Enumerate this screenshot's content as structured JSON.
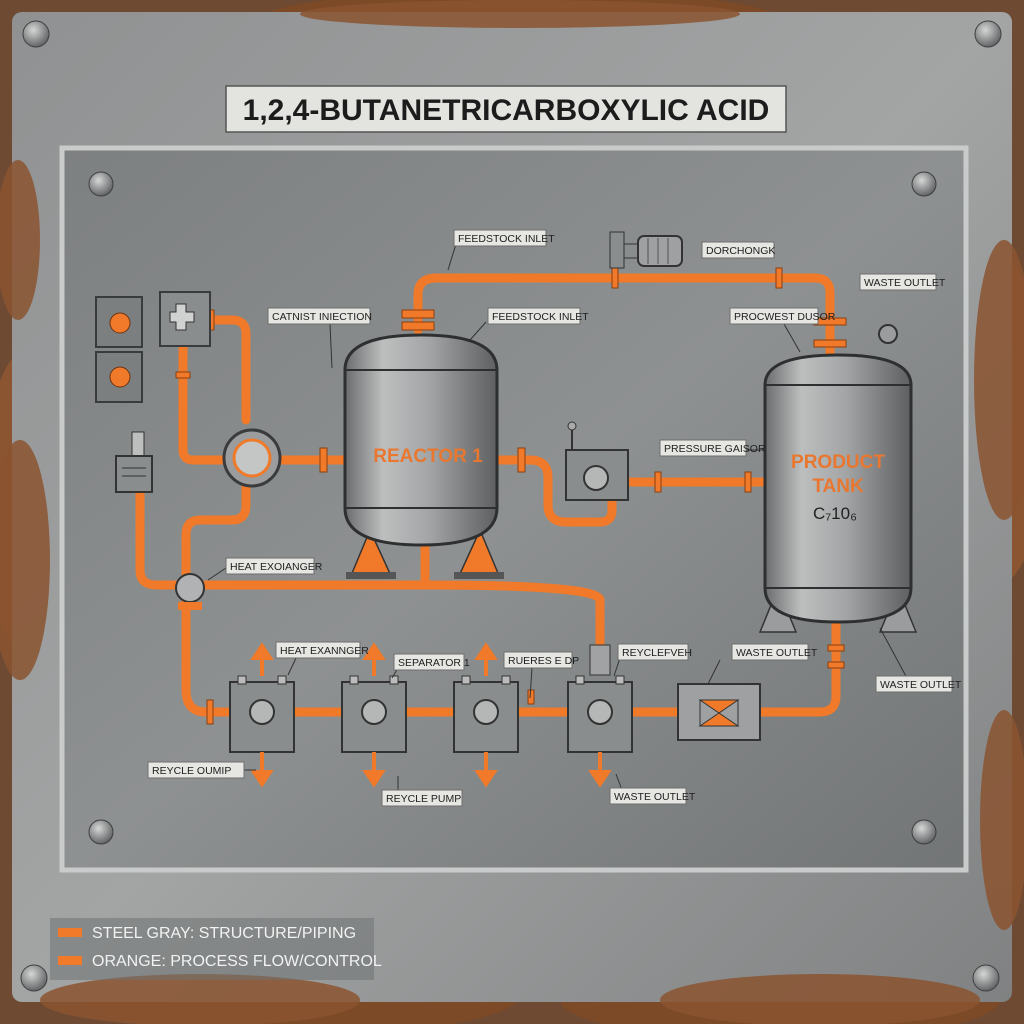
{
  "title": "1,2,4-BUTANETRICARBOXYLIC ACID",
  "colors": {
    "accent": "#f07a2a",
    "steel": "#9a9a9a",
    "panel": "#8e9090",
    "rust": "#7a4a2a",
    "label_bg": "#e6e6e3"
  },
  "vessels": {
    "reactor": {
      "label": "REACTOR 1"
    },
    "product_tank": {
      "line1": "PRODUCT",
      "line2": "TANK",
      "formula": "C₇10₆"
    }
  },
  "labels": {
    "feedstock_inlet_top": "FEEDSTOCK INLET",
    "discharge": "DORCHONGK",
    "catalyst_injection": "CATNIST INIECTION",
    "feedstock_inlet_reactor": "FEEDSTOCK INLET",
    "waste_outlet_top": "WASTE OUTLET",
    "product_sensor": "PROCWEST DUSOR",
    "pressure_sensor": "PRESSURE GAISOR",
    "heat_exchanger_left": "HEAT EXOIANGER",
    "heat_exchanger_bottom": "HEAT EXANNGER",
    "separator": "SEPARATOR 1",
    "unit_three": "RUERES E DP",
    "recycle_pump_right": "REYCLEFVEH",
    "waste_outlet_mid": "WASTE OUTLET",
    "waste_outlet_right": "WASTE OUTLET",
    "recycle_pump_left": "REYCLE OUMIP",
    "recycle_pump_bottom": "REYCLE PUMP",
    "waste_outlet_bottom": "WASTE OUTLET"
  },
  "legend": [
    {
      "text": "STEEL GRAY: STRUCTURE/PIPING"
    },
    {
      "text": "ORANGE: PROCESS FLOW/CONTROL"
    }
  ]
}
